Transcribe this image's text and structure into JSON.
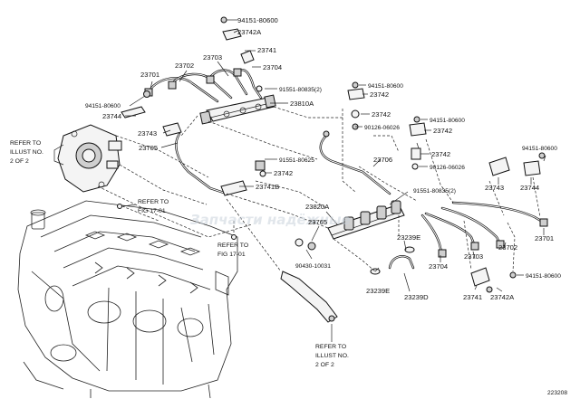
{
  "figure_id": "223208",
  "watermark": "Запчасти надёжные",
  "callouts": {
    "c94151_80600_top": "94151-80600",
    "c23742A_top": "23742A",
    "c23741_top": "23741",
    "c23703_left": "23703",
    "c23704_top": "23704",
    "c23701_left": "23701",
    "c23702_left": "23702",
    "c91551_80835_top": "91551-80835(2)",
    "c23810A": "23810A",
    "c94151_80600_left": "94151-80600",
    "c23744_left": "23744",
    "c23743_left": "23743",
    "c23705": "23705",
    "c91551_80625": "91551-80625",
    "c23742_mid": "23742",
    "c23741B": "23741B",
    "c94151_80600_r1": "94151-80600",
    "c23742_r1": "23742",
    "c23742_r2": "23742",
    "c94151_80600_r2": "94151-80600",
    "c90126_06026_r1": "90126-06026",
    "c23742_r3": "23742",
    "c23742_r4": "23742",
    "c90126_06026_r2": "90126-06026",
    "c23706": "23706",
    "c94151_80600_far": "94151-80600",
    "c23743_right": "23743",
    "c23744_right": "23744",
    "c91551_80835_right": "91551-80835(2)",
    "c23820A": "23820A",
    "c23765": "23765",
    "c23239E_top": "23239E",
    "c23703_right": "23703",
    "c23704_right": "23704",
    "c23702_right": "23702",
    "c23701_right": "23701",
    "c90430_10031": "90430-10031",
    "c23239E_bottom": "23239E",
    "c23239D": "23239D",
    "c23741_bottom": "23741",
    "c23742A_bottom": "23742A",
    "c94151_80600_bottom": "94151-80600"
  },
  "notes": {
    "refer_illust_top": [
      "REFER TO",
      "ILLUST NO.",
      "2 OF 2"
    ],
    "refer_fig_1": [
      "REFER TO",
      "FIG 17-01"
    ],
    "refer_fig_2": [
      "REFER TO",
      "FIG 17-01"
    ],
    "refer_illust_bottom": [
      "REFER TO",
      "ILLUST NO.",
      "2 OF 2"
    ]
  }
}
